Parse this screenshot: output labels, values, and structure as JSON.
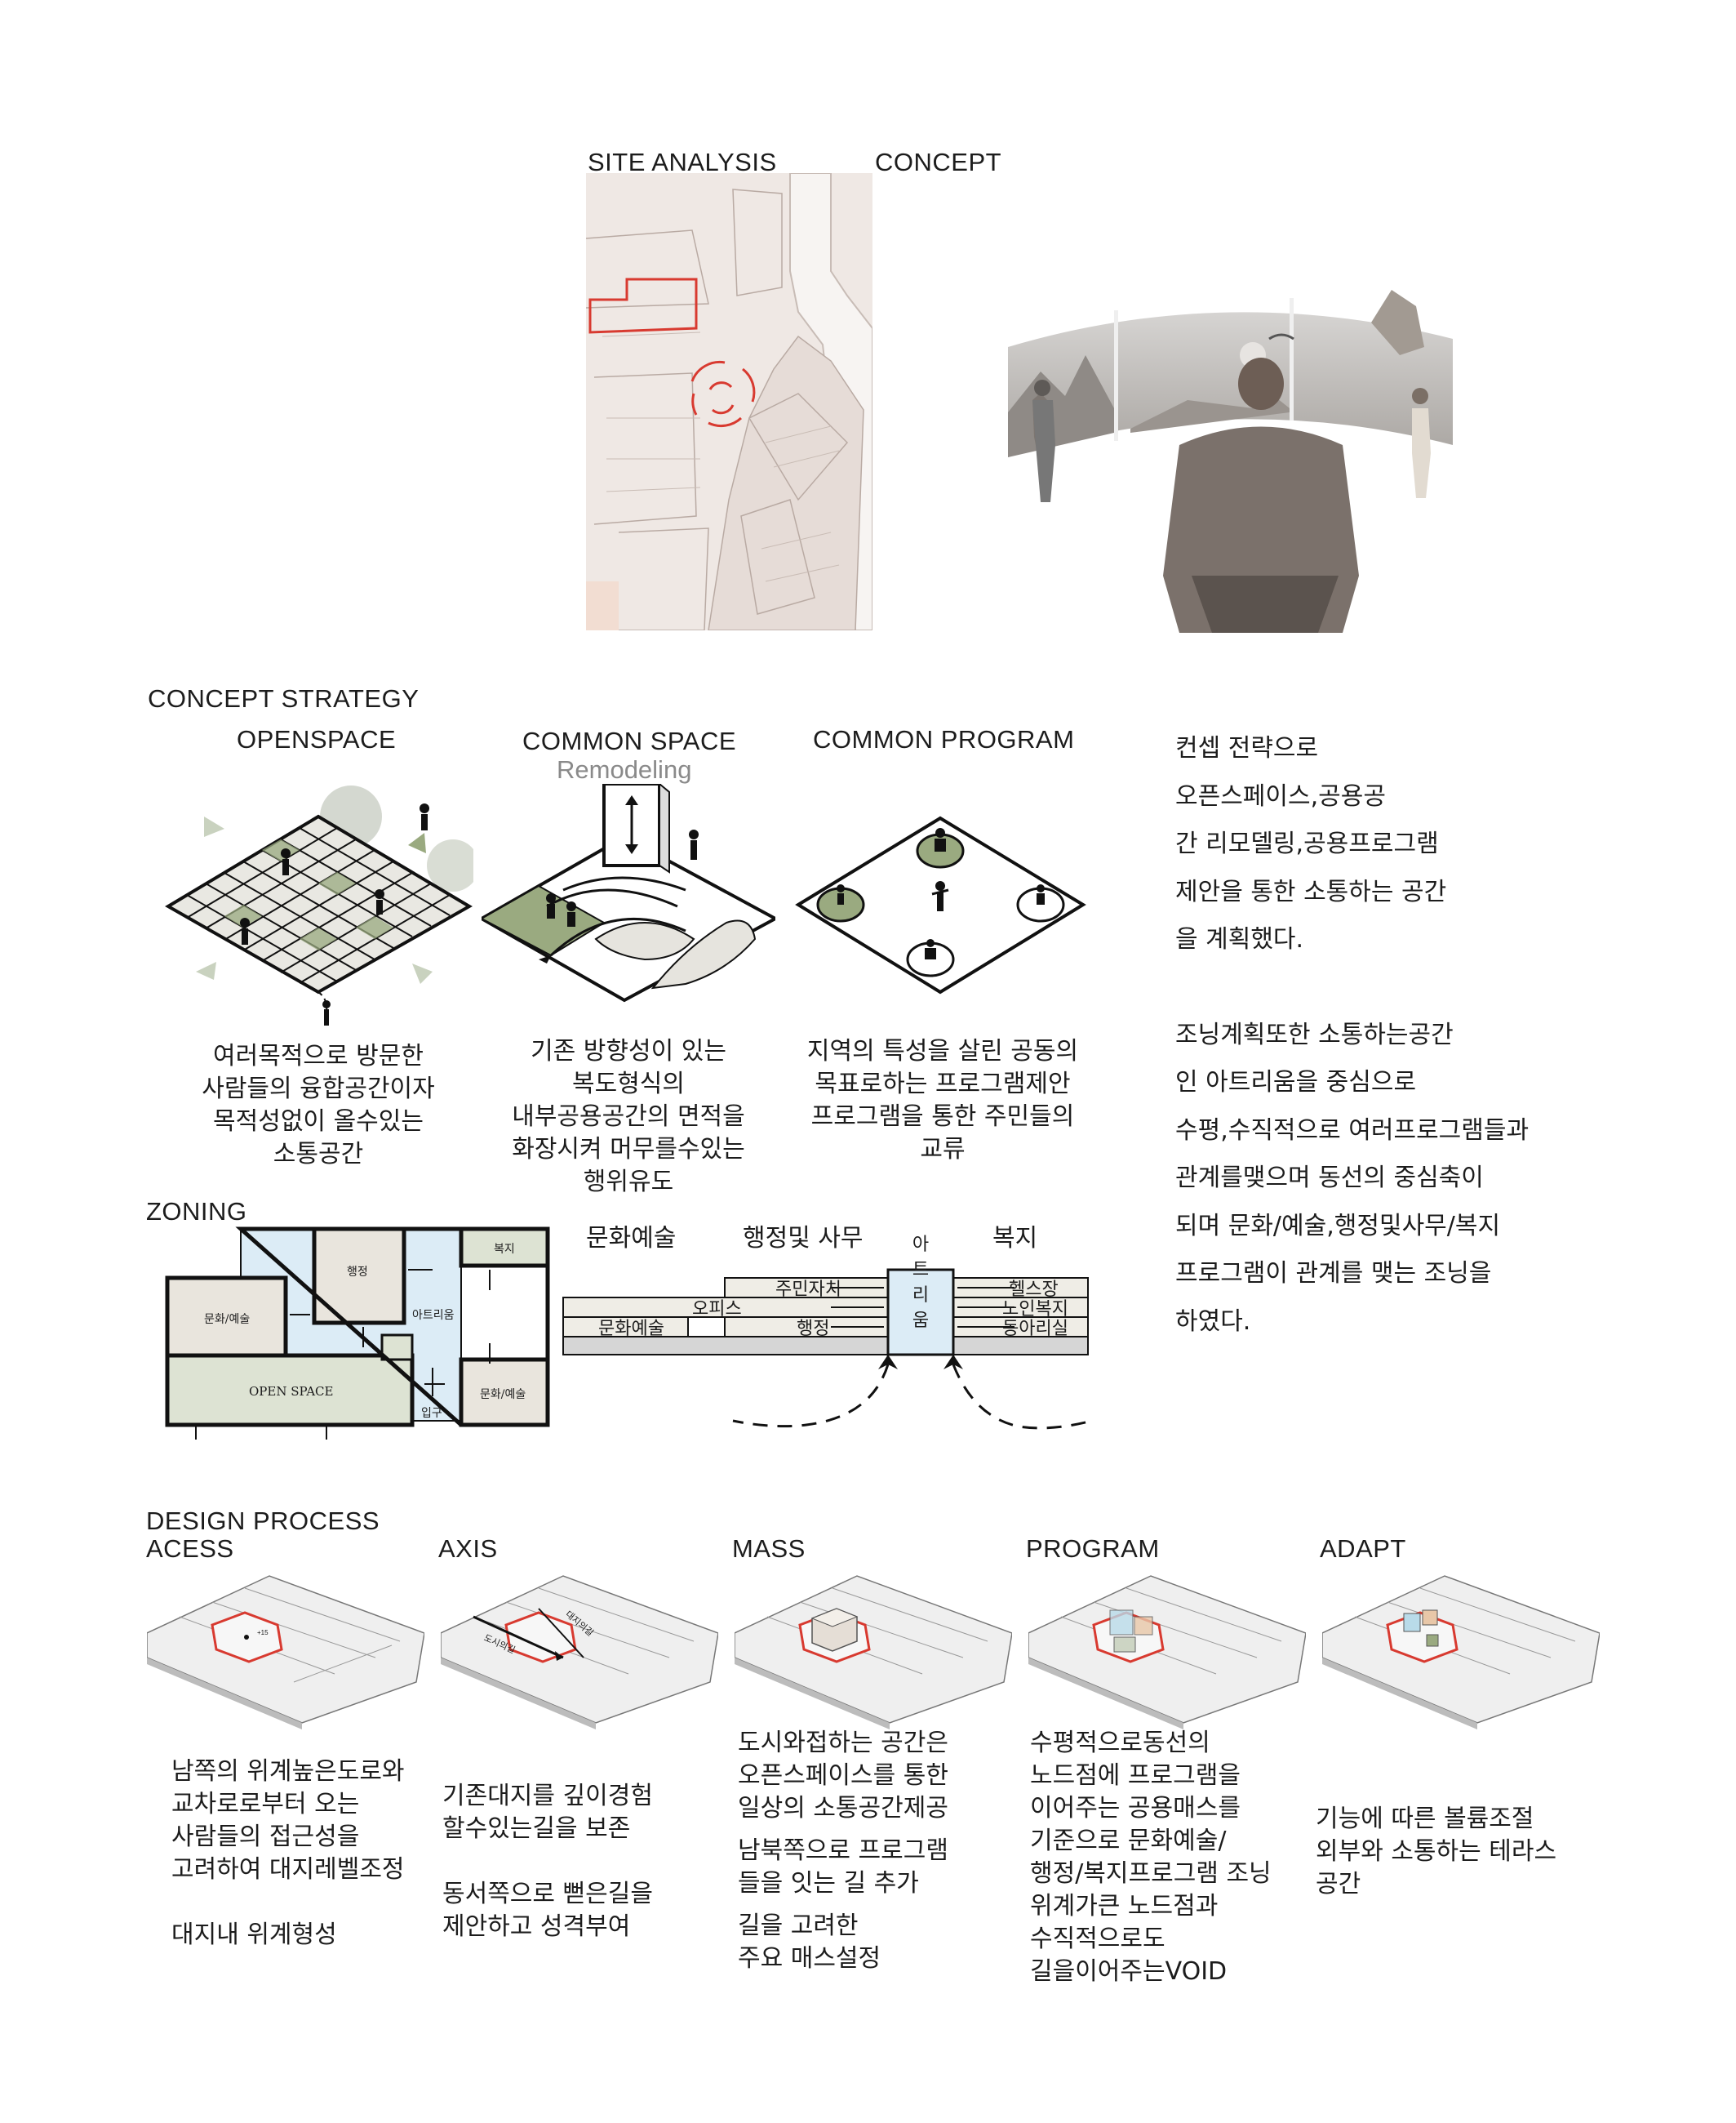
{
  "site_analysis": {
    "title": "SITE ANALYSIS"
  },
  "concept": {
    "title": "CONCEPT"
  },
  "strategy": {
    "title": "CONCEPT STRATEGY",
    "openspace": {
      "title": "OPENSPACE",
      "caption": [
        "여러목적으로 방문한",
        "사람들의 융합공간이자",
        "목적성없이 올수있는",
        "소통공간"
      ]
    },
    "common_space": {
      "title": "COMMON SPACE",
      "subtitle": "Remodeling",
      "caption": [
        "기존 방향성이 있는",
        "복도형식의",
        "내부공용공간의 면적을",
        "화장시켜 머무를수있는",
        "행위유도"
      ]
    },
    "common_program": {
      "title": "COMMON PROGRAM",
      "caption": [
        "지역의 특성을 살린 공동의",
        "목표로하는 프로그램제안",
        "프로그램을 통한 주민들의",
        "교류"
      ]
    },
    "paragraph1": [
      "컨셉 전략으로",
      "오픈스페이스,공용공",
      "간 리모델링,공용프로그램",
      "제안을 통한 소통하는 공간",
      "을 계획했다."
    ],
    "paragraph2": [
      "조닝계획또한 소통하는공간",
      "인 아트리움을 중심으로",
      "수평,수직적으로 여러프로그램들과",
      "관계를맺으며 동선의 중심축이",
      "되며 문화/예술,행정및사무/복지",
      "프로그램이 관계를 맺는 조닝을",
      "하였다."
    ]
  },
  "zoning": {
    "title": "ZONING",
    "plan": {
      "admin": "행정",
      "welfare": "복지",
      "culture_art_left": "문화/예술",
      "atrium": "아트리움",
      "open_space": "OPEN SPACE",
      "culture_art_right": "문화/예술",
      "entrance": "입구"
    },
    "section": {
      "col_culture": "문화예술",
      "col_admin": "행정및 사무",
      "col_welfare": "복지",
      "atrium_chars": [
        "아",
        "트",
        "리",
        "움"
      ],
      "resident": "주민자치",
      "office": "오피스",
      "culture_art": "문화예술",
      "admin": "행정",
      "health": "헬스장",
      "elderly": "노인복지",
      "club": "동아리실"
    }
  },
  "design_process": {
    "title": "DESIGN PROCESS",
    "steps": [
      {
        "title": "ACESS",
        "text": [
          "남쪽의 위계높은도로와",
          "교차로로부터 오는",
          "사람들의 접근성을",
          "고려하여 대지레벨조정",
          "",
          "대지내 위계형성"
        ]
      },
      {
        "title": "AXIS",
        "text": [
          "기존대지를 깊이경험",
          "할수있는길을 보존",
          "",
          "동서쪽으로 뻗은길을",
          "제안하고 성격부여"
        ]
      },
      {
        "title": "MASS",
        "text": [
          "도시와접하는 공간은",
          "오픈스페이스를 통한",
          "일상의 소통공간제공",
          "남북쪽으로 프로그램",
          "들을 잇는 길 추가",
          "길을 고려한",
          "주요 매스설정"
        ]
      },
      {
        "title": "PROGRAM",
        "text": [
          "수평적으로동선의",
          "노드점에 프로그램을",
          "이어주는 공용매스를",
          "기준으로 문화예술/",
          "행정/복지프로그램 조닝",
          "위계가큰 노드점과",
          "수직적으로도",
          "길을이어주는VOID"
        ]
      },
      {
        "title": "ADAPT",
        "text": [
          "기능에 따른 볼륨조절",
          "외부와 소통하는 테라스",
          "공간"
        ]
      }
    ],
    "axis_labels": {
      "a": "도시의길",
      "b": "대지의길"
    }
  },
  "colors": {
    "accent_red": "#d83a30",
    "green": "#9aaa80",
    "light_green": "#cad3b8",
    "atrium_blue": "#dcecf6",
    "plan_green": "#dde3d3"
  }
}
